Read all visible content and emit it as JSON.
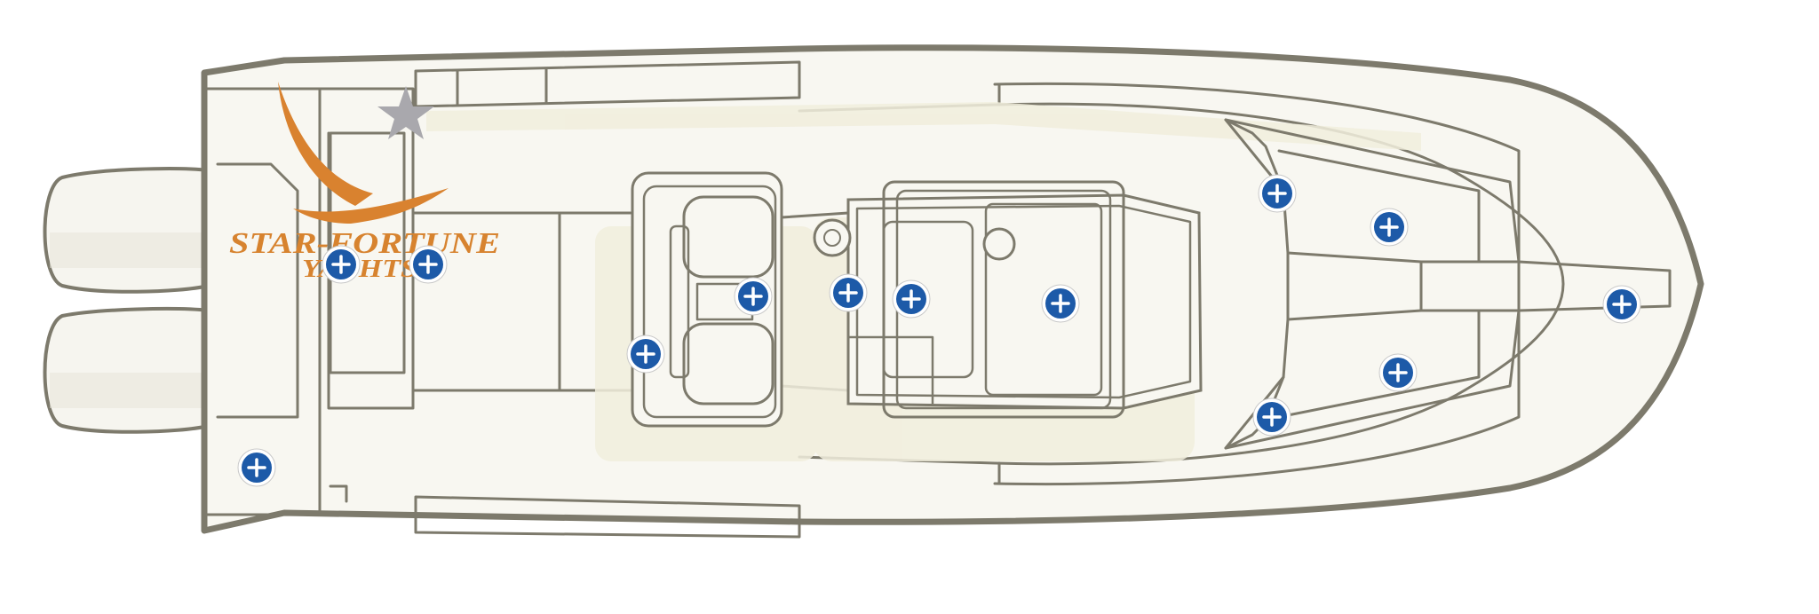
{
  "brand": {
    "line1": "STAR-FORTUNE",
    "line2": "YACHTS",
    "sail_color": "#d9822f",
    "star_color": "#a9a8ad"
  },
  "colors": {
    "hull_outline": "#7d7a6c",
    "deck": "#f8f7f1",
    "hotspot_fill": "#1d5aa8"
  },
  "hotspots": [
    {
      "id": "bow",
      "icon": "plus-icon"
    },
    {
      "id": "bow-seat-port",
      "icon": "plus-icon"
    },
    {
      "id": "bow-seat-starboard",
      "icon": "plus-icon"
    },
    {
      "id": "bow-entry-port",
      "icon": "plus-icon"
    },
    {
      "id": "bow-entry-starboard",
      "icon": "plus-icon"
    },
    {
      "id": "console-forward",
      "icon": "plus-icon"
    },
    {
      "id": "console-center",
      "icon": "plus-icon"
    },
    {
      "id": "helm-wheel",
      "icon": "plus-icon"
    },
    {
      "id": "leaning-post",
      "icon": "plus-icon"
    },
    {
      "id": "cockpit-side",
      "icon": "plus-icon"
    },
    {
      "id": "transom-left",
      "icon": "plus-icon"
    },
    {
      "id": "transom-right",
      "icon": "plus-icon"
    },
    {
      "id": "stern-corner",
      "icon": "plus-icon"
    }
  ]
}
